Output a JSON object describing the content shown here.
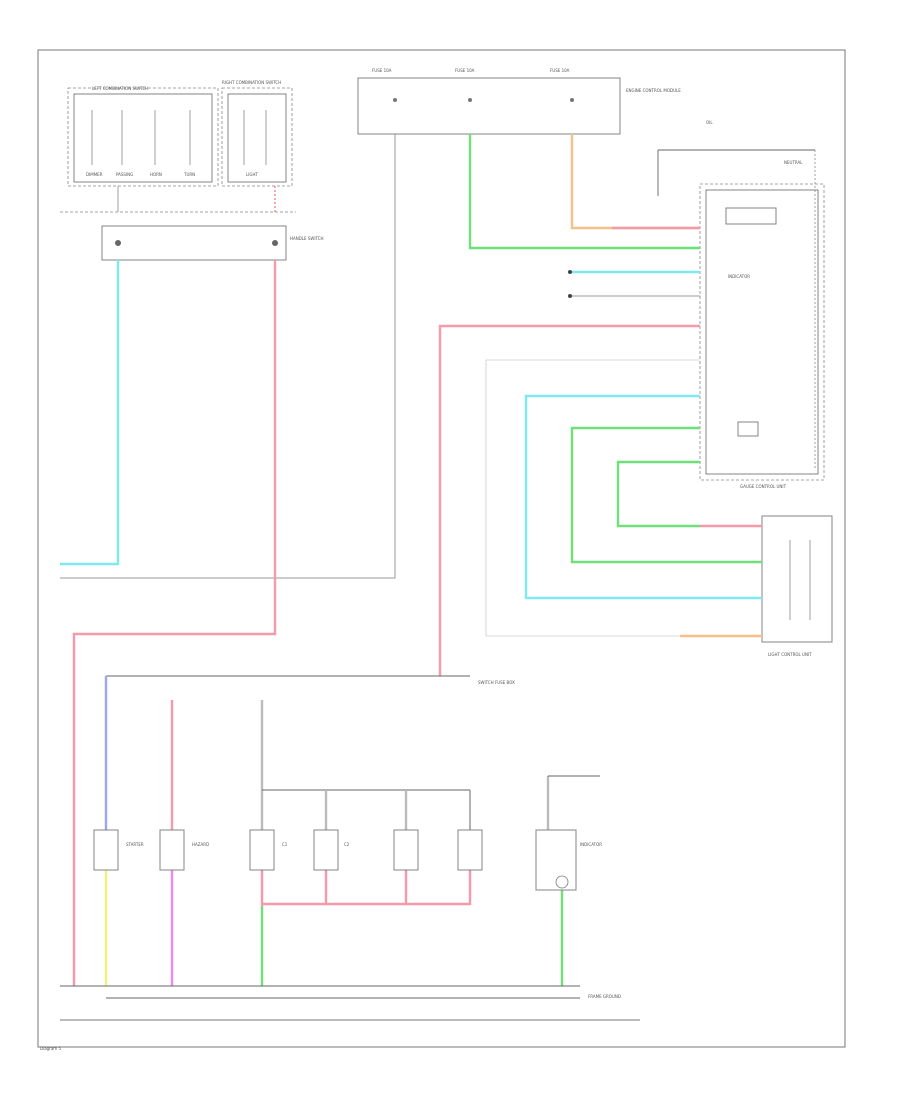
{
  "page_label": "Diagram 5",
  "colors": {
    "cyan": "#7fe8f0",
    "pink": "#f59aaa",
    "green": "#6ee07a",
    "orange": "#f6c08a",
    "yellow": "#f2f27a",
    "violet": "#c8a0f0",
    "blue": "#9aa6f0",
    "magenta": "#ee88ee",
    "gray": "#bbbbbb",
    "frame": "#777777"
  },
  "components": {
    "left_switch": "LEFT COMBINATION SWITCH",
    "right_switch": "RIGHT COMBINATION SWITCH",
    "handle_lock": "HANDLE SWITCH",
    "ecm": "ENGINE CONTROL MODULE",
    "meter": "GAUGE CONTROL UNIT",
    "light_control": "LIGHT CONTROL UNIT",
    "bottom_junction": "SWITCH FUSE BOX",
    "ground_bottom": "FRAME GROUND"
  },
  "small_labels": {
    "fuse_a": "FUSE 10A",
    "fuse_b": "FUSE 10A",
    "fuse_c": "FUSE 10A",
    "dim_sw": "DIMMER",
    "pass_sw": "PASSING",
    "horn_sw": "HORN",
    "turn_sw": "TURN",
    "hazard": "HAZARD",
    "light_sw": "LIGHT",
    "starter": "STARTER",
    "oil": "OIL",
    "neutral": "NEUTRAL",
    "lamp": "INDICATOR",
    "c1": "C1",
    "c2": "C2"
  }
}
